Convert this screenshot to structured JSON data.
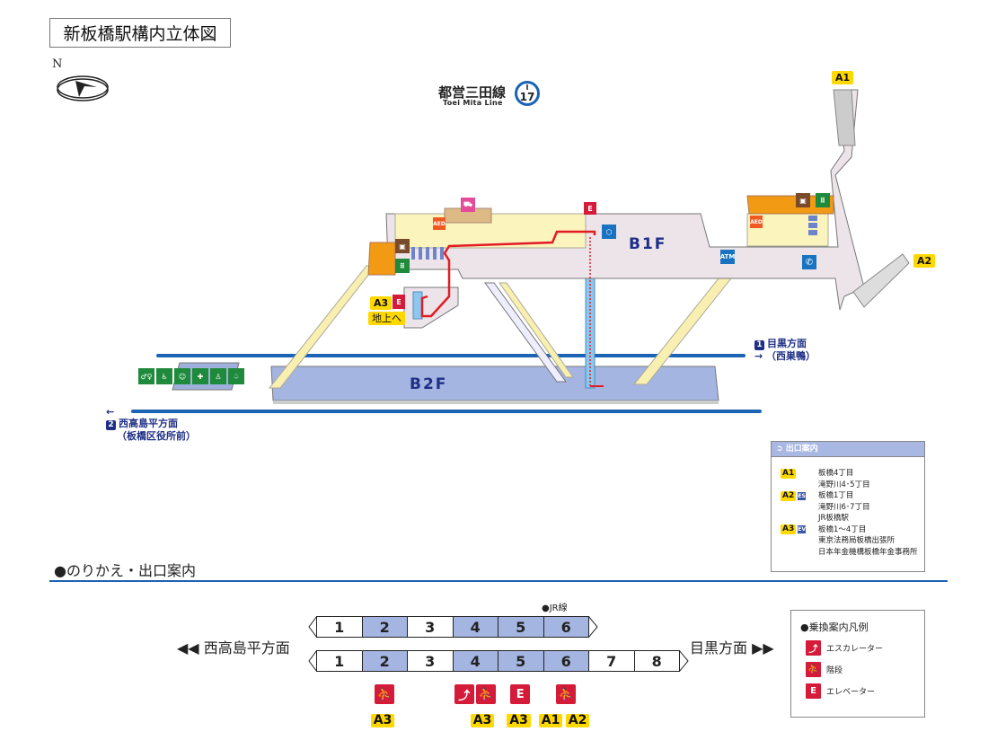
{
  "title": "新板橋駅構内立体図",
  "compass": {
    "north_label": "N"
  },
  "line": {
    "name_jp": "都営三田線",
    "name_en": "Toei Mita Line",
    "badge_letter": "I",
    "badge_number": "17",
    "color": "#1a63b5"
  },
  "map": {
    "floors": {
      "b1f": "B1F",
      "b2f": "B2F"
    },
    "exits": {
      "a1": "A1",
      "a2": "A2",
      "a3": "A3"
    },
    "a3_note": "地上へ",
    "atm_label": "ATM",
    "aed_label": "AED",
    "directions": {
      "track1": {
        "num": "1",
        "line1": "目黒方面",
        "line2": "（西巣鴨）"
      },
      "track2": {
        "num": "2",
        "line1": "西高島平方面",
        "line2": "（板橋区役所前）"
      }
    },
    "facility_icons": [
      "toilet-male-female-icon",
      "wheelchair-icon",
      "baby-care-icon",
      "ostomate-icon",
      "diaper-change-icon",
      "nursing-icon"
    ]
  },
  "exit_legend": {
    "header": "出口案内",
    "rows": [
      {
        "tag": "A1",
        "mini": "",
        "text": "板橋4丁目"
      },
      {
        "tag": "",
        "mini": "",
        "text": "滝野川4･5丁目"
      },
      {
        "tag": "A2",
        "mini": "ES",
        "text": "板橋1丁目"
      },
      {
        "tag": "",
        "mini": "",
        "text": "滝野川6･7丁目"
      },
      {
        "tag": "",
        "mini": "",
        "text": "JR板橋駅"
      },
      {
        "tag": "A3",
        "mini": "EV",
        "text": "板橋1～4丁目"
      },
      {
        "tag": "",
        "mini": "",
        "text": "東京法務局板橋出張所"
      },
      {
        "tag": "",
        "mini": "",
        "text": "日本年金機構板橋年金事務所"
      }
    ]
  },
  "transfer": {
    "section_title": "●のりかえ・出口案内",
    "left_direction": "◀◀ 西高島平方面",
    "right_direction": "目黒方面 ▶▶",
    "jr_note": "●JR線",
    "train6": [
      "1",
      "2",
      "3",
      "4",
      "5",
      "6"
    ],
    "train8": [
      "1",
      "2",
      "3",
      "4",
      "5",
      "6",
      "7",
      "8"
    ],
    "highlight_cars": [
      "2",
      "4",
      "5",
      "6"
    ],
    "boarding": [
      {
        "car": "2",
        "icons": [
          "stairs-icon"
        ],
        "exits": [
          "A3"
        ]
      },
      {
        "car": "4",
        "icons": [
          "escalator-icon",
          "stairs-icon"
        ],
        "exits": [
          "A3"
        ]
      },
      {
        "car": "5",
        "icons": [
          "elevator-icon"
        ],
        "exits": [
          "A3"
        ]
      },
      {
        "car": "6",
        "icons": [
          "stairs-icon"
        ],
        "exits": [
          "A1",
          "A2"
        ]
      }
    ]
  },
  "transfer_legend": {
    "title": "●乗換案内凡例",
    "items": [
      {
        "icon": "escalator-icon",
        "label": "エスカレーター"
      },
      {
        "icon": "stairs-icon",
        "label": "階段"
      },
      {
        "icon": "elevator-icon",
        "label": "エレベーター"
      }
    ]
  },
  "colors": {
    "b1f_floor": "#ede4ea",
    "b2f_floor": "#a3b5e0",
    "track": "#1a63b5",
    "route": "#e31b23",
    "exit_tag": "#ffd800",
    "icon_red": "#d51b3a"
  }
}
